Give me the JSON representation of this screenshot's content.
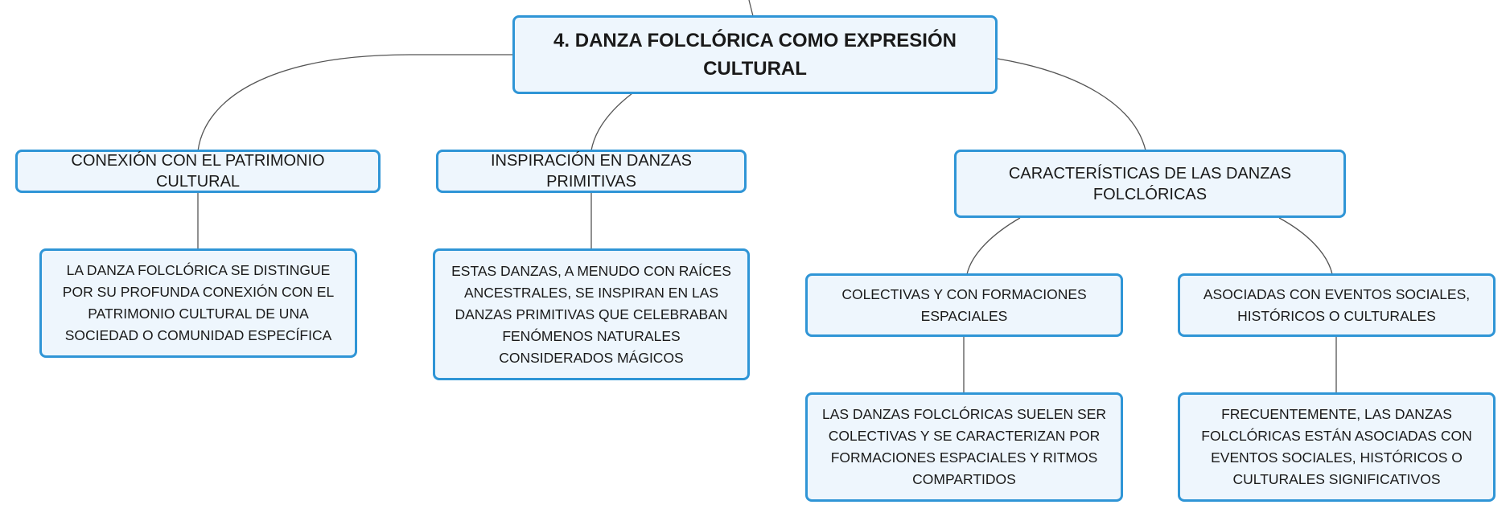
{
  "root": {
    "label": "4. DANZA FOLCLÓRICA COMO EXPRESIÓN CULTURAL"
  },
  "branches": [
    {
      "label": "CONEXIÓN CON EL PATRIMONIO CULTURAL",
      "detail": "LA DANZA FOLCLÓRICA SE DISTINGUE POR SU PROFUNDA CONEXIÓN CON EL PATRIMONIO CULTURAL DE UNA SOCIEDAD O COMUNIDAD ESPECÍFICA"
    },
    {
      "label": "INSPIRACIÓN EN DANZAS PRIMITIVAS",
      "detail": "ESTAS DANZAS, A MENUDO CON RAÍCES ANCESTRALES, SE INSPIRAN EN LAS DANZAS PRIMITIVAS QUE CELEBRABAN FENÓMENOS NATURALES CONSIDERADOS MÁGICOS"
    },
    {
      "label": "CARACTERÍSTICAS DE LAS DANZAS FOLCLÓRICAS",
      "children": [
        {
          "label": "COLECTIVAS Y CON FORMACIONES ESPACIALES",
          "detail": "LAS DANZAS FOLCLÓRICAS SUELEN SER COLECTIVAS Y SE CARACTERIZAN POR FORMACIONES ESPACIALES Y RITMOS COMPARTIDOS"
        },
        {
          "label": "ASOCIADAS CON EVENTOS SOCIALES, HISTÓRICOS O CULTURALES",
          "detail": "FRECUENTEMENTE, LAS DANZAS FOLCLÓRICAS ESTÁN ASOCIADAS CON EVENTOS SOCIALES, HISTÓRICOS O CULTURALES SIGNIFICATIVOS"
        }
      ]
    }
  ],
  "colors": {
    "node_fill": "#eef6fd",
    "node_border": "#2f95d6",
    "connector": "#555555"
  }
}
